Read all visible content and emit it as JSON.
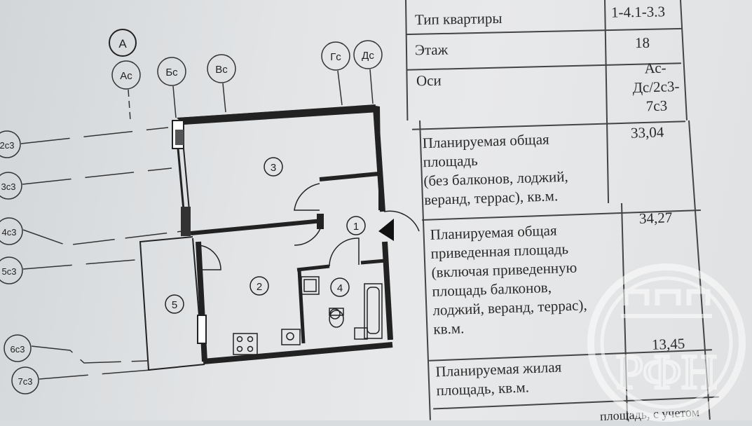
{
  "table": {
    "rows": [
      {
        "label": "Тип квартиры",
        "value": "1-4.1-3.3"
      },
      {
        "label": "Этаж",
        "value": "18"
      },
      {
        "label": "Оси",
        "value_lines": [
          "Ас-",
          "Дс/2с3-",
          "7с3"
        ]
      },
      {
        "label_lines": [
          "Планируемая общая",
          "площадь",
          "(без балконов, лоджий,",
          "веранд, террас), кв.м."
        ],
        "value": "33,04"
      },
      {
        "label_lines": [
          "Планируемая общая",
          "приведенная площадь",
          "(включая приведенную",
          "площадь балконов,",
          "лоджий, веранд, террас),",
          "кв.м."
        ],
        "value": "34,27"
      },
      {
        "label_lines": [
          "Планируемая жилая",
          "площадь, кв.м."
        ],
        "value": "13,45"
      }
    ],
    "footer_fragment": "площадь, с учетом"
  },
  "plan": {
    "axes_top": [
      "А",
      "Ас",
      "Бс",
      "Вс",
      "Гс",
      "Дс"
    ],
    "axes_left": [
      "2с3",
      "3с3",
      "4с3",
      "5с3",
      "6с3",
      "7с3"
    ],
    "rooms": [
      "1",
      "2",
      "3",
      "4",
      "5"
    ]
  },
  "stamp": {
    "text": "РФН"
  }
}
